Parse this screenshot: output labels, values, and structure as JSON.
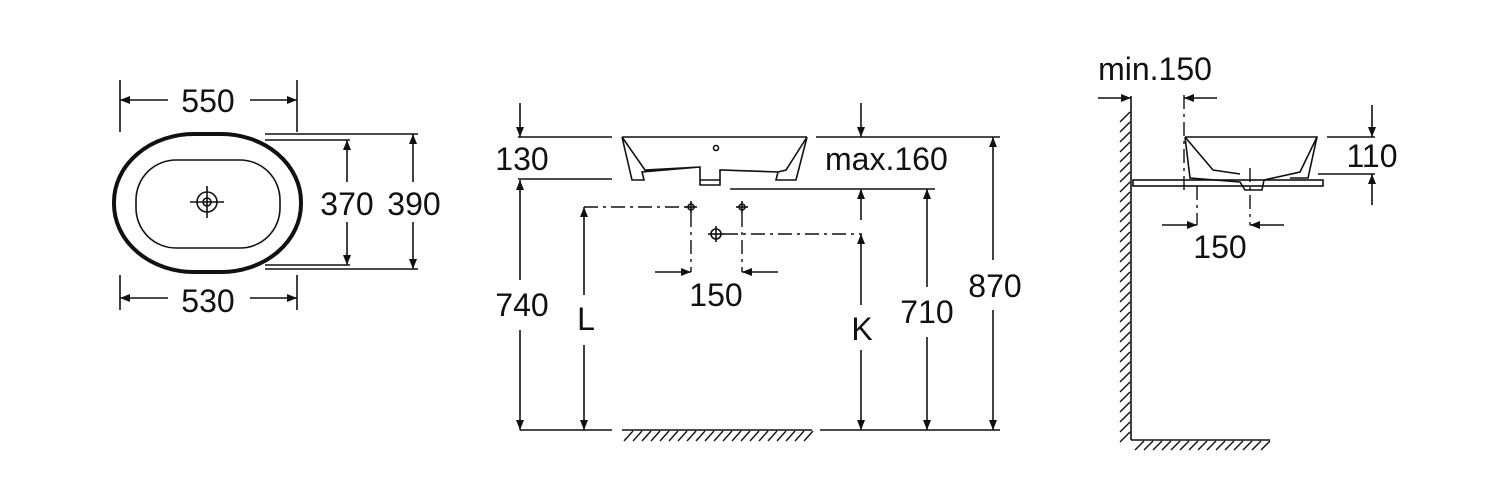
{
  "top_view": {
    "outer_width": "550",
    "inner_width": "530",
    "inner_depth": "370",
    "outer_depth": "390"
  },
  "front_view": {
    "basin_height": "130",
    "max_height": "max.160",
    "counter_height": "740",
    "L_label": "L",
    "tap_spacing": "150",
    "K_label": "K",
    "drain_height": "710",
    "total_height": "870"
  },
  "side_view": {
    "wall_clearance": "min.150",
    "basin_height": "110",
    "drain_offset": "150"
  },
  "colors": {
    "line": "#111111",
    "background": "#ffffff"
  }
}
